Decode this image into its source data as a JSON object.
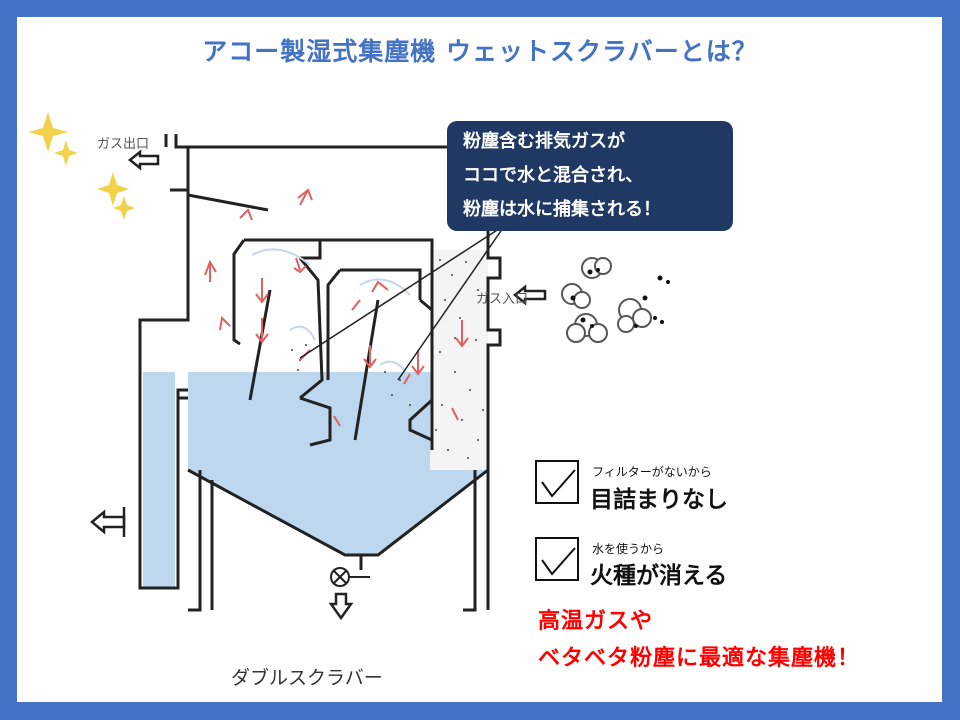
{
  "title": "アコー製湿式集塵機 ウェットスクラバーとは？",
  "labels": {
    "gas_outlet": "ガス出口",
    "gas_inlet": "ガス入口",
    "caption": "ダブルスクラバー"
  },
  "callout": {
    "line1": "粉塵含む排気ガスが",
    "line2": "ココで水と混合され、",
    "line3": "粉塵は水に捕集される！"
  },
  "features": [
    {
      "small": "フィルターがないから",
      "big": "目詰まりなし"
    },
    {
      "small": "水を使うから",
      "big": "火種が消える"
    }
  ],
  "conclusion": {
    "line1": "高温ガスや",
    "line2": "ベタベタ粉塵に最適な集塵機！"
  },
  "colors": {
    "frame": "#4472c4",
    "title": "#4472c4",
    "callout_bg": "#1f3864",
    "water": "#bcd7ee",
    "arrows": "#e06060",
    "emphasis": "#ff0000"
  }
}
